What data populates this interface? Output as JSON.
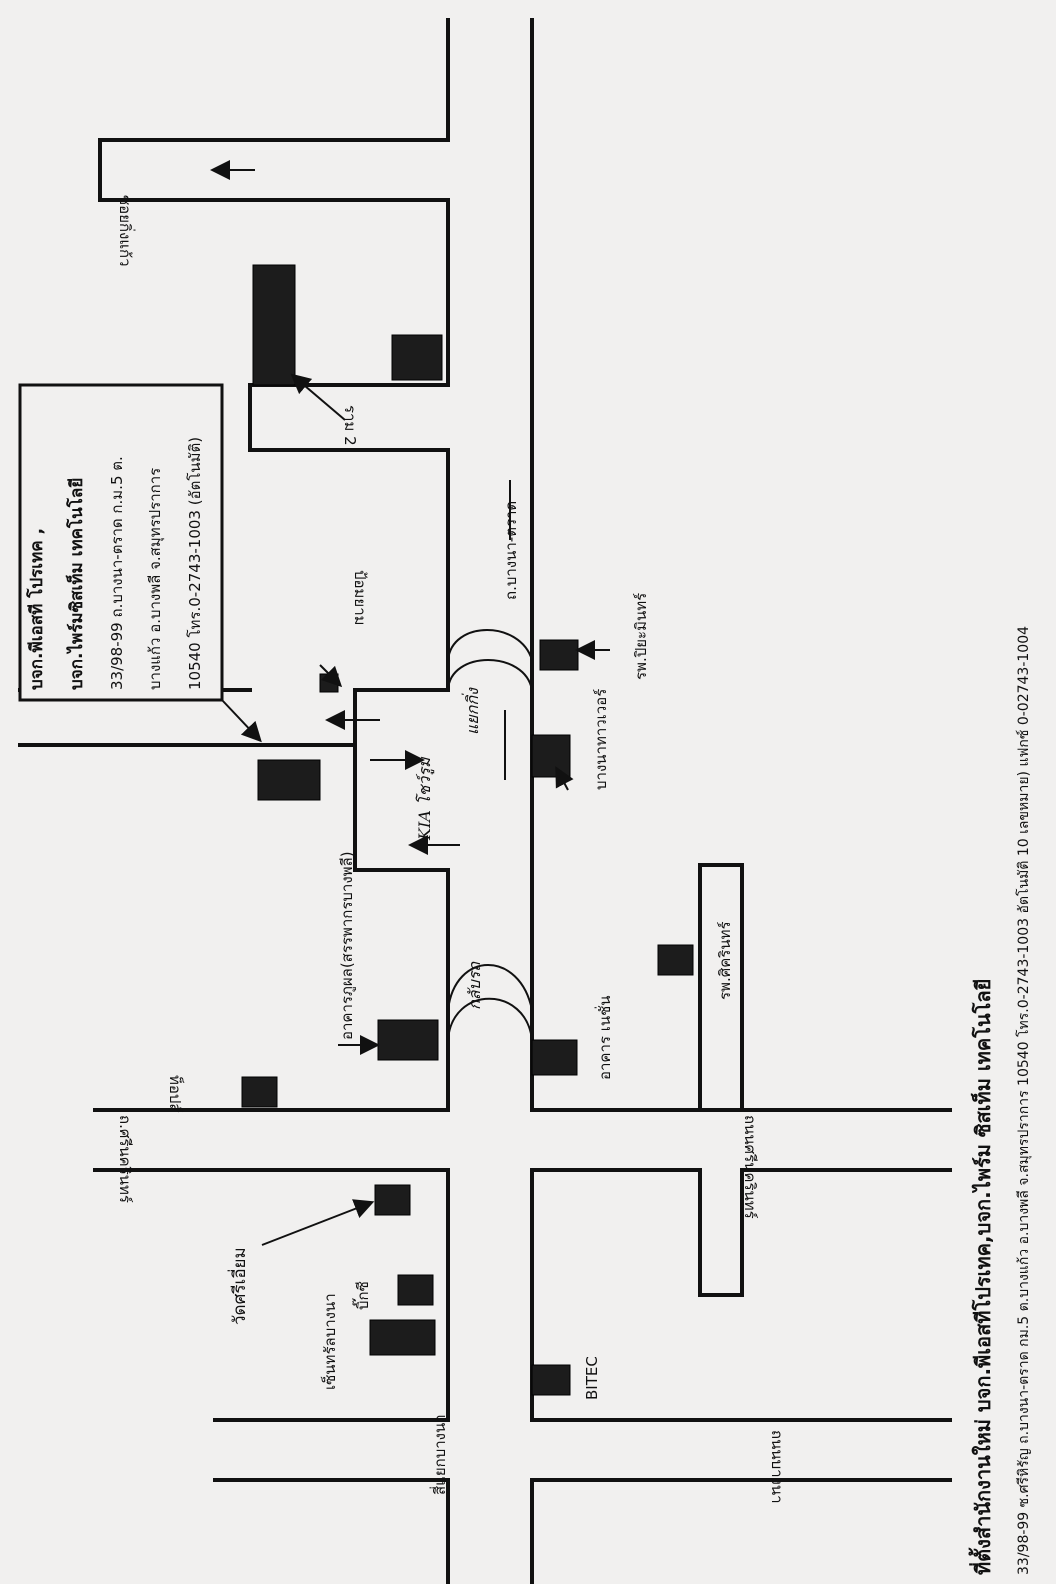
{
  "labels": {
    "top_soi": "ซอยกิ่งแก้ว",
    "rama2": "ราม 2",
    "pom_yam": "ป้อมยาม",
    "bangna_trat_road": "ถ.บางนา-ตราด",
    "bangna_tower": "บางนาทาวเวอร์",
    "piyamin_hospital": "รพ.ปิยะมินทร์",
    "bridge_top": "แยกกิ่ง",
    "bridge_bottom": "กลับรถ",
    "kia_showroom": "KIA โชว์รูม",
    "ajarin_hospital": "รพ.ศิครินทร์",
    "arunrat_building": "อาคารภูผล(สรรพากรบางพลี)",
    "building_left": "อาคาร เนชั่น",
    "tops": "ท็อปส์",
    "soi_sri_ruang": "ถ.ศรีนครินทร์",
    "soi_lower": "ถนนศรีนครินทร์",
    "wat": "วัดศรีเอี่ยม",
    "big_c": "บิ๊กซี",
    "central_bangna": "เซ็นทรัลบางนา",
    "bitec": "BITEC",
    "junction": "สี่แยกบางนา",
    "soi_bottom": "ถนนบางนา"
  },
  "company_box": {
    "line1": "บจก.พีเอสที โปรเทค ,",
    "line2": "บจก.ไพร์มซิสเท็ม เทคโนโลยี",
    "line3": "33/98-99 ถ.บางนา-ตราด ก.ม.5 ต.",
    "line4": "บางแก้ว อ.บางพลี จ.สมุทรปราการ",
    "line5": "10540 โทร.0-2743-1003 (อัตโนมัติ)"
  },
  "footer": {
    "title": "ที่ตั้งสำนักงานใหม่   บจก.พีเอสทีโปรเทค,บจก.ไพร์ม ซิสเท็ม เทคโนโลยี",
    "address": "33/98-99 ซ.ศรีหิรัญ ถ.บางนา-ตราด กม.5 ต.บางแก้ว อ.บางพลี จ.สมุทรปราการ 10540 โทร.0-2743-1003 อัตโนมัติ 10 เลขหมาย) แฟกซ์ 0-02743-1004"
  }
}
